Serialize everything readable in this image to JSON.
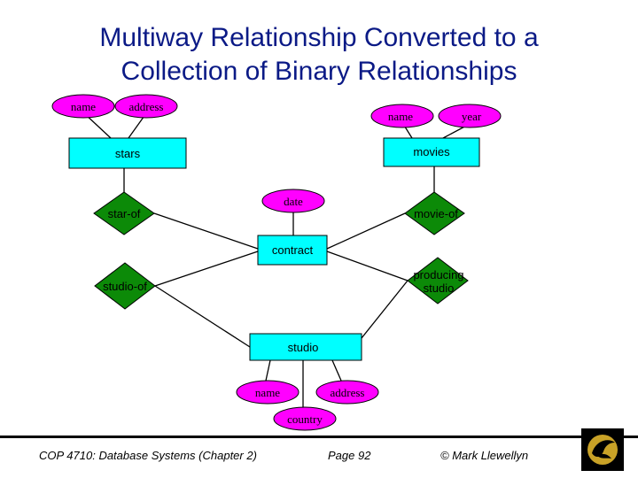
{
  "slide": {
    "title_line1": "Multiway Relationship Converted to a",
    "title_line2": "Collection of Binary Relationships"
  },
  "diagram": {
    "entities": {
      "stars": "stars",
      "movies": "movies",
      "contract": "contract",
      "studio": "studio"
    },
    "relationships": {
      "star_of": "star-of",
      "movie_of": "movie-of",
      "studio_of": "studio-of",
      "producing_studio_line1": "producing",
      "producing_studio_line2": "studio"
    },
    "attributes": {
      "stars_name": "name",
      "stars_address": "address",
      "movies_name": "name",
      "movies_year": "year",
      "contract_date": "date",
      "studio_name": "name",
      "studio_address": "address",
      "studio_country": "country"
    },
    "colors": {
      "entity": "#00ffff",
      "relationship": "#0c8a08",
      "attribute": "#ff00ff",
      "title": "#0b1a86"
    }
  },
  "footer": {
    "course": "COP 4710: Database Systems  (Chapter 2)",
    "page": "Page 92",
    "copyright": "© Mark Llewellyn"
  }
}
